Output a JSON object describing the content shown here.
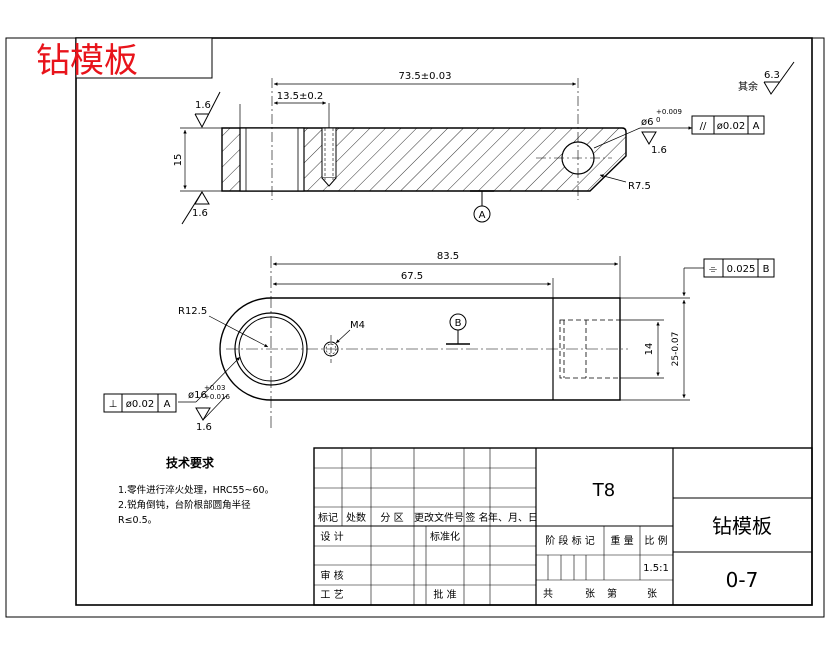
{
  "stamp_title": "钻模板",
  "roughness": {
    "label": "其余",
    "value": "6.3",
    "face_value": "1.6"
  },
  "dims": {
    "d_73_5": "73.5±0.03",
    "d_13_5": "13.5±0.2",
    "d_15": "15",
    "d_r7_5": "R7.5",
    "d_bore_small": "ø6",
    "d_bore_small_tol": "+0.009",
    "d_bore_small_tol2": "0",
    "d_83_5": "83.5",
    "d_67_5": "67.5",
    "d_r12_5": "R12.5",
    "d_m4": "M4",
    "d_14": "14",
    "d_25": "25-0.07",
    "d_16": "ø16",
    "d_16_tol": "+0.03",
    "d_16_tol2": "+0.016"
  },
  "tolerances": {
    "parallel": {
      "symbol": "//",
      "value": "ø0.02",
      "datum": "A"
    },
    "flatness": {
      "symbol": "⌯",
      "value": "0.025",
      "datum": "B"
    },
    "perpendicular": {
      "symbol": "⊥",
      "value": "ø0.02",
      "datum": "A"
    }
  },
  "datums": {
    "a": "A",
    "b": "B"
  },
  "tech_requirements": {
    "title": "技术要求",
    "items": [
      "1.零件进行淬火处理，HRC55~60。",
      "2.锐角倒钝，台阶根部圆角半径",
      "R≤0.5。"
    ]
  },
  "title_block": {
    "material": "T8",
    "part_name": "钻模板",
    "drawing_no": "0-7",
    "scale": "1.5:1",
    "rev_headers": [
      "标记",
      "处数",
      "分 区",
      "更改文件号",
      "签 名",
      "年、月、日"
    ],
    "design": "设 计",
    "standard": "标准化",
    "review": "审 核",
    "process": "工 艺",
    "approve": "批 准",
    "stage_mark": "阶 段 标 记",
    "weight": "重 量",
    "ratio": "比 例",
    "sheets_total": "共",
    "sheets_unit": "张",
    "sheet_no": "第",
    "sheet_unit2": "张"
  }
}
